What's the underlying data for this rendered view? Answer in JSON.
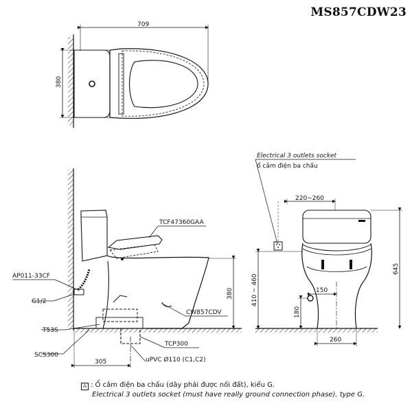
{
  "model": "MS857CDW23",
  "top_view": {
    "width_dim": "709",
    "depth_dim": "380"
  },
  "side_view": {
    "seat_code": "TCF47360GAA",
    "bowl_code": "CW857CDV",
    "drain_code": "TCP300",
    "pipe_label": "uPVC Ø110 (C1,C2)",
    "valve_code": "AP011-33CF",
    "thread_label": "G1/2",
    "flange_code": "T53S",
    "seal_code": "SCS300",
    "wall_offset": "305",
    "seat_height": "380"
  },
  "front_view": {
    "socket_note_en": "Electrical 3 outlets socket",
    "socket_note_vi": "ổ cắm điện ba chấu",
    "socket_range": "220~260",
    "total_height": "645",
    "height_range": "410 ~ 460",
    "inlet_offset": "150",
    "inlet_height": "180",
    "base_width": "260"
  },
  "footnote": {
    "vi": ": Ổ cắm điện ba chấu (dây phải được nối đất), kiểu G.",
    "en": "Electrical 3 outlets socket (must have really ground connection phase), type G."
  }
}
